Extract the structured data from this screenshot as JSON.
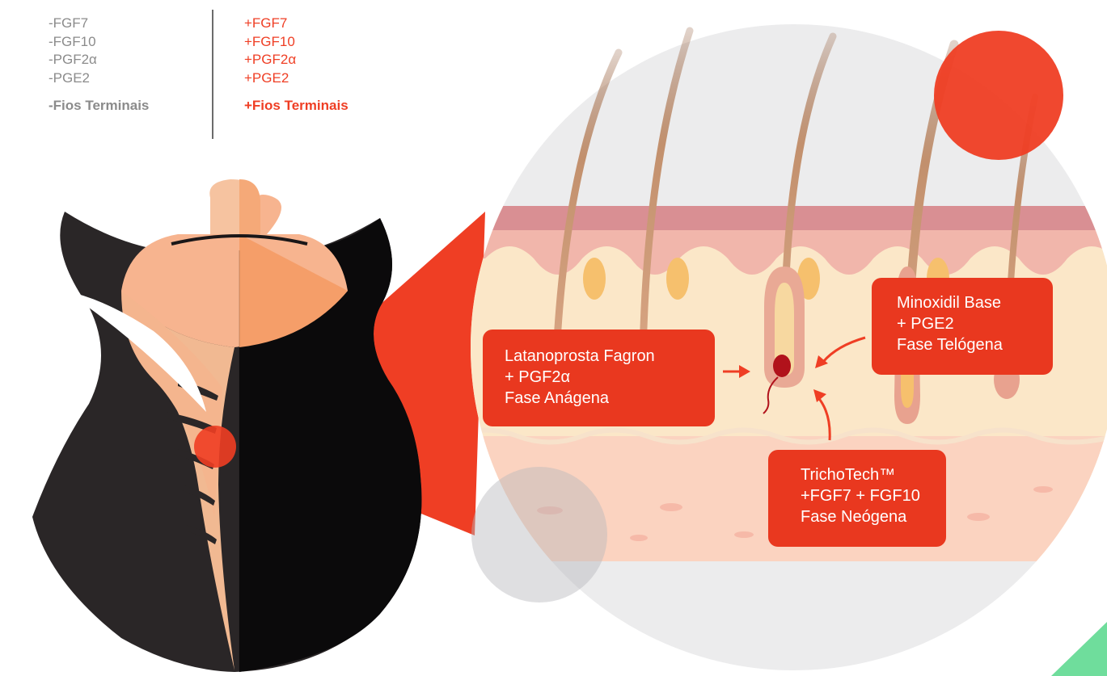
{
  "comparison": {
    "minus_items": [
      "-FGF7",
      "-FGF10",
      "-PGF2α",
      "-PGE2"
    ],
    "minus_total": "-Fios Terminais",
    "plus_items": [
      "+FGF7",
      "+FGF10",
      "+PGF2α",
      "+PGE2"
    ],
    "plus_total": "+Fios Terminais"
  },
  "callouts": {
    "latanoprost": [
      "Latanoprosta Fagron",
      "+ PGF2α",
      "Fase Anágena"
    ],
    "minoxidil": [
      "Minoxidil Base",
      "+ PGE2",
      "Fase Telógena"
    ],
    "trichotech": [
      "TrichoTech™",
      "+FGF7 + FGF10",
      "Fase Neógena"
    ]
  },
  "colors": {
    "accent_red": "#ef3e24",
    "muted_gray": "#8b8b8b",
    "skin": "#f7b48f",
    "hair_dark": "#2a2627"
  }
}
